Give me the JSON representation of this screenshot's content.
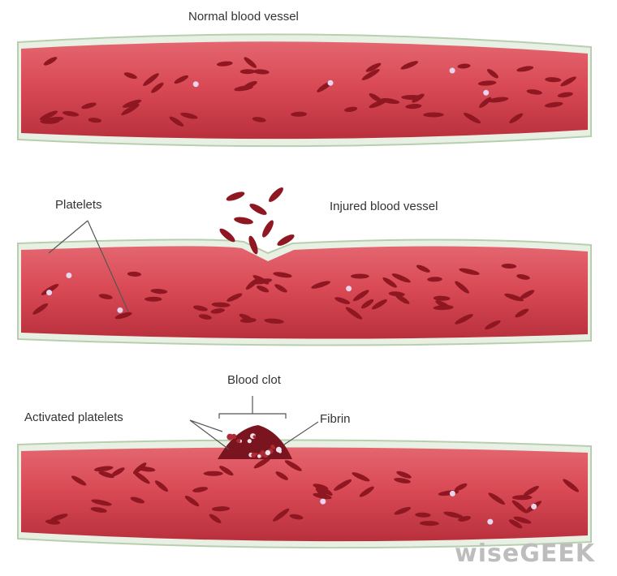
{
  "labels": {
    "normal_vessel": "Normal blood vessel",
    "platelets": "Platelets",
    "injured_vessel": "Injured blood vessel",
    "blood_clot": "Blood clot",
    "activated_platelets": "Activated platelets",
    "fibrin": "Fibrin"
  },
  "watermark": "wiseGEEK",
  "colors": {
    "vessel_fill": "#d94a55",
    "vessel_dark": "#b9303d",
    "vessel_wall": "#cfe2c8",
    "vessel_edge": "#e8f0e4",
    "rbc": "#8e1722",
    "platelet": "#e6d6f0",
    "clot": "#7a1520",
    "label_text": "#333333",
    "watermark": "#bdbdbd"
  }
}
